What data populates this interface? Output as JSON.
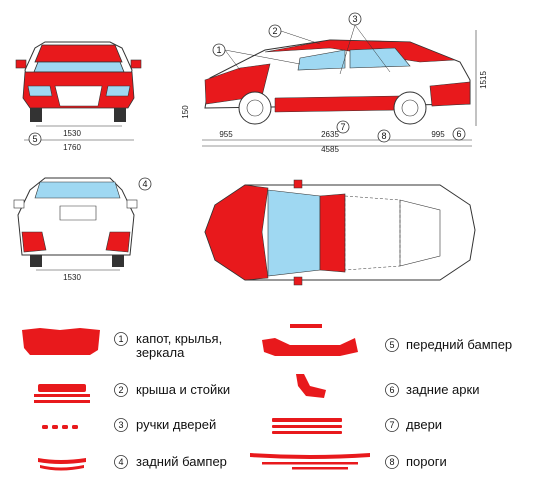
{
  "callouts": [
    "1",
    "2",
    "3",
    "4",
    "5",
    "6",
    "7",
    "8"
  ],
  "dimensions": {
    "front_track": "1530",
    "front_width": "1760",
    "rear_track": "1530",
    "ground_clearance": "150",
    "overall_height": "1515",
    "front_overhang": "955",
    "wheelbase": "2635",
    "rear_overhang": "995",
    "overall_length": "4585"
  },
  "legend": [
    {
      "num": "1",
      "text_line1": "капот, крылья,",
      "text_line2": "зеркала"
    },
    {
      "num": "2",
      "text_line1": "крыша и стойки",
      "text_line2": ""
    },
    {
      "num": "3",
      "text_line1": "ручки дверей",
      "text_line2": ""
    },
    {
      "num": "4",
      "text_line1": "задний бампер",
      "text_line2": ""
    },
    {
      "num": "5",
      "text_line1": "передний бампер",
      "text_line2": ""
    },
    {
      "num": "6",
      "text_line1": "задние арки",
      "text_line2": ""
    },
    {
      "num": "7",
      "text_line1": "двери",
      "text_line2": ""
    },
    {
      "num": "8",
      "text_line1": "пороги",
      "text_line2": ""
    }
  ],
  "colors": {
    "accent": "#e8191c",
    "glass": "#9fd8f2",
    "line": "#333333"
  }
}
